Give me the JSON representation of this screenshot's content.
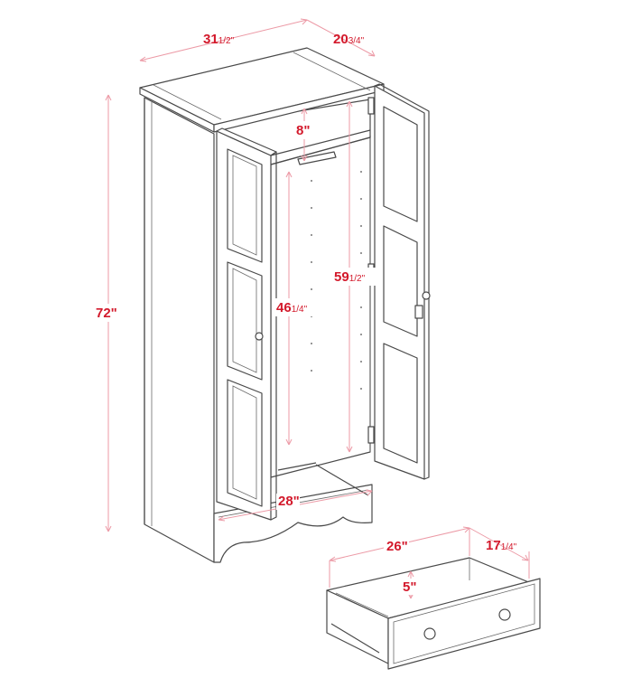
{
  "title": "Wardrobe cabinet dimension diagram",
  "colors": {
    "dimension_text": "#d3192b",
    "dimension_line": "#ec9aa6",
    "outline": "#4a4a4a"
  },
  "dimensions": {
    "overall_width": {
      "whole": "31",
      "fraction": "1/2\""
    },
    "overall_depth": {
      "whole": "20",
      "fraction": "3/4\""
    },
    "overall_height": {
      "whole": "72\"",
      "fraction": ""
    },
    "top_shelf_clearance": {
      "whole": "8\"",
      "fraction": ""
    },
    "interior_height_right": {
      "whole": "59",
      "fraction": "1/2\""
    },
    "interior_height_left": {
      "whole": "46",
      "fraction": "1/4\""
    },
    "interior_width": {
      "whole": "28\"",
      "fraction": ""
    },
    "drawer_width": {
      "whole": "26\"",
      "fraction": ""
    },
    "drawer_depth": {
      "whole": "17",
      "fraction": "1/4\""
    },
    "drawer_height": {
      "whole": "5\"",
      "fraction": ""
    }
  }
}
